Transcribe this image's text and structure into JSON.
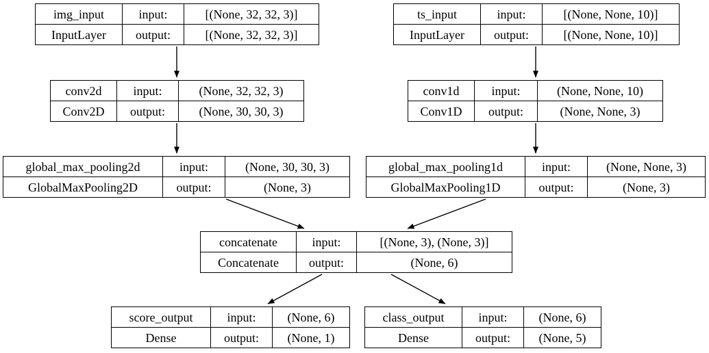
{
  "diagram": {
    "kind": "keras-model-architecture",
    "labels": {
      "input": "input:",
      "output": "output:"
    },
    "nodes": [
      {
        "id": "img_input",
        "name": "img_input",
        "layer_class": "InputLayer",
        "input_shape": "[(None, 32, 32, 3)]",
        "output_shape": "[(None, 32, 32, 3)]"
      },
      {
        "id": "ts_input",
        "name": "ts_input",
        "layer_class": "InputLayer",
        "input_shape": "[(None, None, 10)]",
        "output_shape": "[(None, None, 10)]"
      },
      {
        "id": "conv2d",
        "name": "conv2d",
        "layer_class": "Conv2D",
        "input_shape": "(None, 32, 32, 3)",
        "output_shape": "(None, 30, 30, 3)"
      },
      {
        "id": "conv1d",
        "name": "conv1d",
        "layer_class": "Conv1D",
        "input_shape": "(None, None, 10)",
        "output_shape": "(None, None, 3)"
      },
      {
        "id": "global_max_pooling2d",
        "name": "global_max_pooling2d",
        "layer_class": "GlobalMaxPooling2D",
        "input_shape": "(None, 30, 30, 3)",
        "output_shape": "(None, 3)"
      },
      {
        "id": "global_max_pooling1d",
        "name": "global_max_pooling1d",
        "layer_class": "GlobalMaxPooling1D",
        "input_shape": "(None, None, 3)",
        "output_shape": "(None, 3)"
      },
      {
        "id": "concatenate",
        "name": "concatenate",
        "layer_class": "Concatenate",
        "input_shape": "[(None, 3), (None, 3)]",
        "output_shape": "(None, 6)"
      },
      {
        "id": "score_output",
        "name": "score_output",
        "layer_class": "Dense",
        "input_shape": "(None, 6)",
        "output_shape": "(None, 1)"
      },
      {
        "id": "class_output",
        "name": "class_output",
        "layer_class": "Dense",
        "input_shape": "(None, 6)",
        "output_shape": "(None, 5)"
      }
    ],
    "edges": [
      {
        "from": "img_input",
        "to": "conv2d"
      },
      {
        "from": "ts_input",
        "to": "conv1d"
      },
      {
        "from": "conv2d",
        "to": "global_max_pooling2d"
      },
      {
        "from": "conv1d",
        "to": "global_max_pooling1d"
      },
      {
        "from": "global_max_pooling2d",
        "to": "concatenate"
      },
      {
        "from": "global_max_pooling1d",
        "to": "concatenate"
      },
      {
        "from": "concatenate",
        "to": "score_output"
      },
      {
        "from": "concatenate",
        "to": "class_output"
      }
    ],
    "colors": {
      "line": "#000000",
      "text": "#000000",
      "background": "#ffffff"
    }
  }
}
